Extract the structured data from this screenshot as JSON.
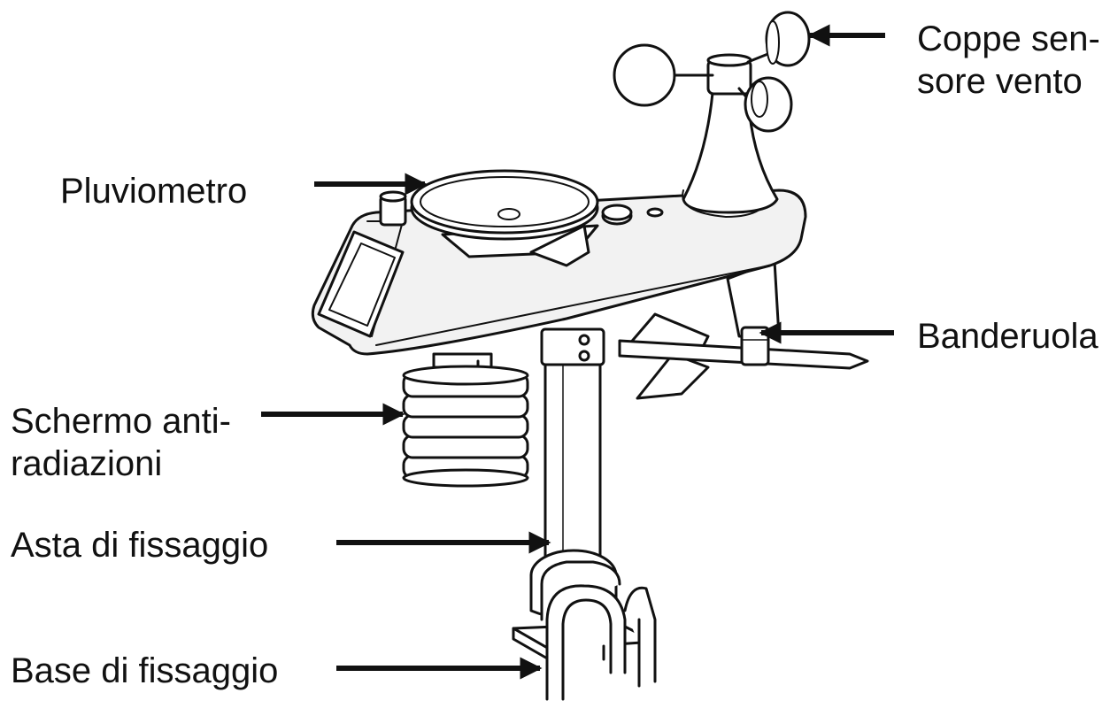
{
  "labels": {
    "wind_cups": {
      "line1": "Coppe sen-",
      "line2": "sore vento"
    },
    "rain_gauge": "Pluviometro",
    "wind_vane": "Banderuola",
    "radiation_shield": {
      "line1": "Schermo anti-",
      "line2": "radiazioni"
    },
    "mounting_pole": "Asta di fissaggio",
    "mounting_base": "Base di fissaggio"
  },
  "colors": {
    "ink": "#111111",
    "background": "#ffffff",
    "body_shade": "#f2f2f2"
  }
}
